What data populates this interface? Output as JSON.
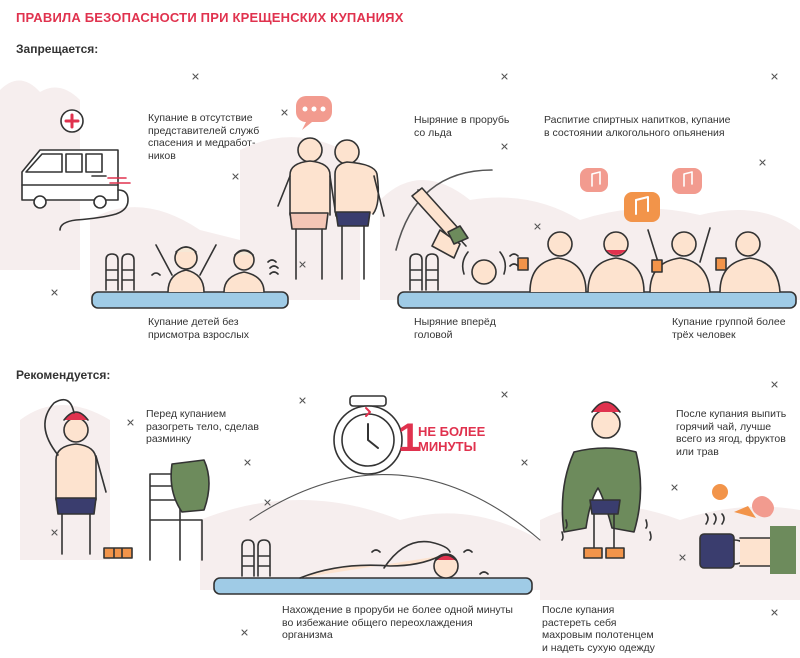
{
  "title": "ПРАВИЛА БЕЗОПАСНОСТИ ПРИ КРЕЩЕНСКИХ КУПАНИЯХ",
  "forbidden": {
    "heading": "Запрещается:",
    "items": [
      {
        "text": "Купание в отсутствие\nпредставителей служб\nспасения и медработ-\nников",
        "icon": "ambulance-icon"
      },
      {
        "text": "Ныряние в прорубь\nсо льда",
        "icon": "two-men-talking-icon"
      },
      {
        "text": "Распитие спиртных напитков, купание\nв состоянии алкогольного опьянения",
        "icon": "drinking-group-icon"
      },
      {
        "text": "Купание детей без\nприсмотра взрослых",
        "icon": "children-in-water-icon"
      },
      {
        "text": "Ныряние вперёд\nголовой",
        "icon": "diving-man-icon"
      },
      {
        "text": "Купание группой более\nтрёх человек",
        "icon": "group-bathing-icon"
      }
    ]
  },
  "recommended": {
    "heading": "Рекомендуется:",
    "items": [
      {
        "text": "Перед купанием\nразогреть тело, сделав\nразминку",
        "icon": "warmup-man-icon"
      },
      {
        "text": "Нахождение в проруби не более одной минуты\nво избежание общего переохлаждения\nорганизма",
        "icon": "swimmer-icon"
      },
      {
        "text": "После купания\nрастереть себя\nмахровым полотенцем\nи надеть сухую одежду",
        "icon": "towel-woman-icon"
      },
      {
        "text": "После купания выпить\nгорячий чай, лучше\nвсего из ягод, фруктов\nили трав",
        "icon": "hot-tea-icon"
      }
    ],
    "timer_number": "1",
    "timer_line1": "НЕ БОЛЕЕ",
    "timer_line2": "МИНУТЫ"
  },
  "colors": {
    "accent": "#e0324e",
    "orange": "#f2944a",
    "water": "#9fcbe6",
    "skin": "#fde3cf",
    "green": "#6d8b5c",
    "navy": "#3a3d6e",
    "line": "#333333"
  }
}
